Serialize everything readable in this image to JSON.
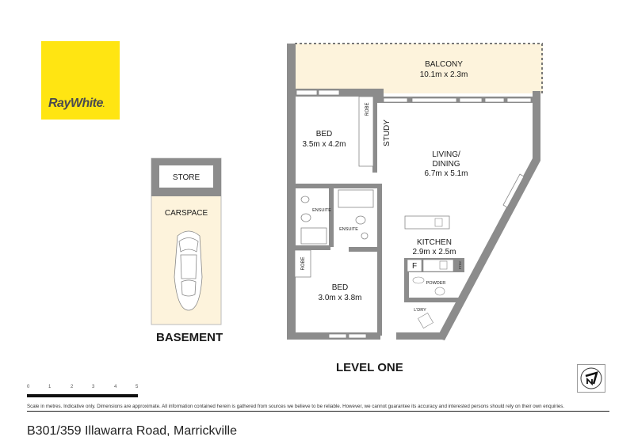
{
  "brand": {
    "name": "RayWhite",
    "logo_bg": "#ffe512",
    "logo_text_color": "#4a4a4f"
  },
  "colors": {
    "wall": "#8c8c8c",
    "outdoor_fill": "#fdf3dc",
    "interior_fill": "#ffffff",
    "text": "#1a1a1a"
  },
  "basement": {
    "title": "BASEMENT",
    "rooms": [
      {
        "name": "STORE"
      },
      {
        "name": "CARSPACE"
      }
    ]
  },
  "level_one": {
    "title": "LEVEL ONE",
    "rooms": [
      {
        "name": "BALCONY",
        "dims": "10.1m x 2.3m"
      },
      {
        "name": "BED",
        "dims": "3.5m x 4.2m"
      },
      {
        "name": "ROBE",
        "dims": ""
      },
      {
        "name": "STUDY",
        "dims": ""
      },
      {
        "name": "LIVING/",
        "name2": "DINING",
        "dims": "6.7m x 5.1m"
      },
      {
        "name": "ENSUITE",
        "dims": ""
      },
      {
        "name": "ENSUITE",
        "dims": ""
      },
      {
        "name": "KITCHEN",
        "dims": "2.9m x 2.5m"
      },
      {
        "name": "F",
        "dims": ""
      },
      {
        "name": "POWDER",
        "dims": ""
      },
      {
        "name": "ROBE",
        "dims": ""
      },
      {
        "name": "BED",
        "dims": "3.0m x 3.8m"
      },
      {
        "name": "L'DRY",
        "dims": ""
      },
      {
        "name": "PTRY",
        "dims": ""
      }
    ]
  },
  "scale": {
    "ticks": [
      "0",
      "1",
      "2",
      "3",
      "4",
      "5"
    ],
    "unit": "metres"
  },
  "disclaimer": "Scale in metres. Indicative only. Dimensions are approximate. All information contained herein is gathered from sources we believe to be reliable. However, we cannot guarantee its accuracy and interested persons should rely on their own enquiries.",
  "address": "B301/359 Illawarra Road, Marrickville",
  "compass": {
    "icon": "north-arrow-icon",
    "label": "N"
  }
}
